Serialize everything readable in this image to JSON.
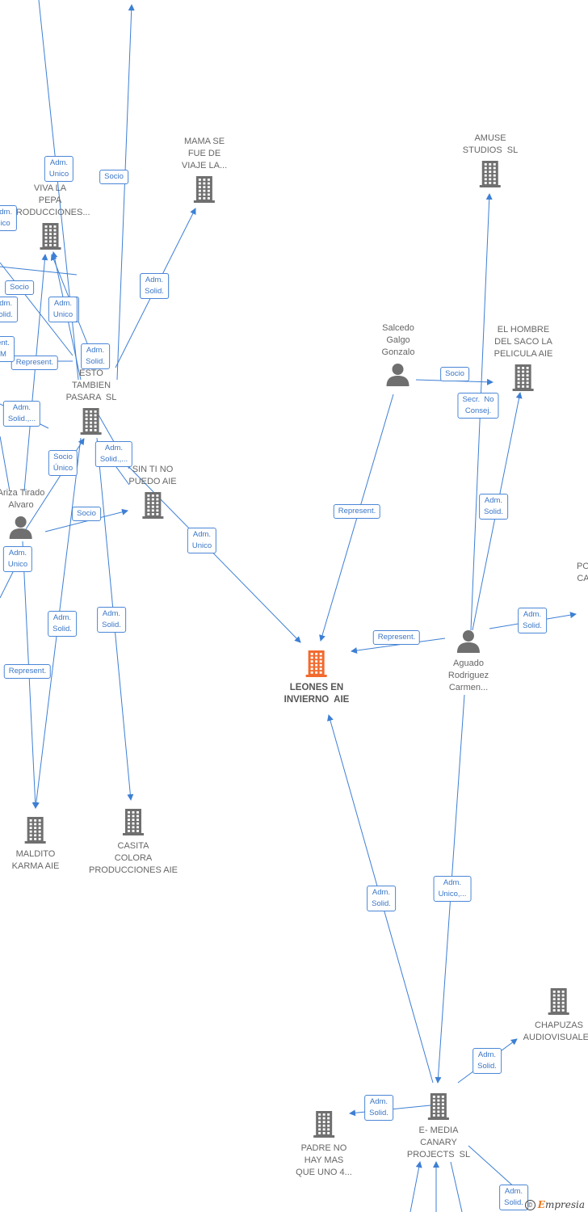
{
  "colors": {
    "edge": "#3d7fd4",
    "node": "#6f6f6f",
    "main_node": "#f26a2e",
    "label_border": "#4a86d6"
  },
  "nodes": [
    {
      "id": "leones",
      "label": "LEONES EN\nINVIERNO  AIE",
      "type": "company",
      "main": true
    },
    {
      "id": "viva",
      "label": "VIVA LA\nPEPA\nPRODUCCIONES...",
      "type": "company"
    },
    {
      "id": "mama",
      "label": "MAMA SE\nFUE DE\nVIAJE LA...",
      "type": "company"
    },
    {
      "id": "esto",
      "label": "ESTO\nTAMBIEN\nPASARA  SL",
      "type": "company"
    },
    {
      "id": "sinti",
      "label": "SIN TI NO\nPUEDO AIE",
      "type": "company"
    },
    {
      "id": "ariza",
      "label": "Ariza Tirado\nAlvaro",
      "type": "person"
    },
    {
      "id": "maldito",
      "label": "MALDITO\nKARMA AIE",
      "type": "company"
    },
    {
      "id": "casita",
      "label": "CASITA\nCOLORA\nPRODUCCIONES AIE",
      "type": "company"
    },
    {
      "id": "amuse",
      "label": "AMUSE\nSTUDIOS  SL",
      "type": "company"
    },
    {
      "id": "salcedo",
      "label": "Salcedo\nGalgo\nGonzalo",
      "type": "person"
    },
    {
      "id": "hombre",
      "label": "EL HOMBRE\nDEL SACO LA\nPELICULA AIE",
      "type": "company"
    },
    {
      "id": "aguado",
      "label": "Aguado\nRodriguez\nCarmen...",
      "type": "person"
    },
    {
      "id": "pca",
      "label": "PO\nCA",
      "type": "company"
    },
    {
      "id": "chapuzas",
      "label": "CHAPUZAS\nAUDIOVISUALES",
      "type": "company"
    },
    {
      "id": "emedia",
      "label": "E- MEDIA\nCANARY\nPROJECTS  SL",
      "type": "company"
    },
    {
      "id": "padre",
      "label": "PADRE NO\nHAY MAS\nQUE UNO 4...",
      "type": "company"
    }
  ],
  "edge_labels": [
    "Adm.\nUnico",
    "Socio",
    "Adm.\nSolid.",
    "Adm.\nUnico",
    "Socio",
    "Adm.\nSolid.",
    "Adm.\nUnico",
    "Adm.\nSolid.",
    "Represent.",
    "Adm.\nSolid.,...",
    "Adm.\nSolid.,...",
    "Socio\nÚnico",
    "Socio",
    "Adm.\nUnico",
    "Adm.\nSolid.",
    "Adm.\nSolid.",
    "Adm.\nUnico",
    "Represent.",
    "Represent.",
    "Socio",
    "Secr.  No\nConsej.",
    "Adm.\nSolid.",
    "Represent.",
    "Adm.\nSolid.",
    "Adm.\nUnico,...",
    "Adm.\nSolid.",
    "Adm.\nSolid.",
    "Adm.\nSolid.",
    "Adm.\nSolid.",
    "Adm.\nUnico",
    "ent.\nM",
    "Adm.\nSolid.",
    "Adm.\nnico"
  ],
  "brand": {
    "copyright": "©",
    "name_first": "E",
    "name_rest": "mpresia"
  }
}
